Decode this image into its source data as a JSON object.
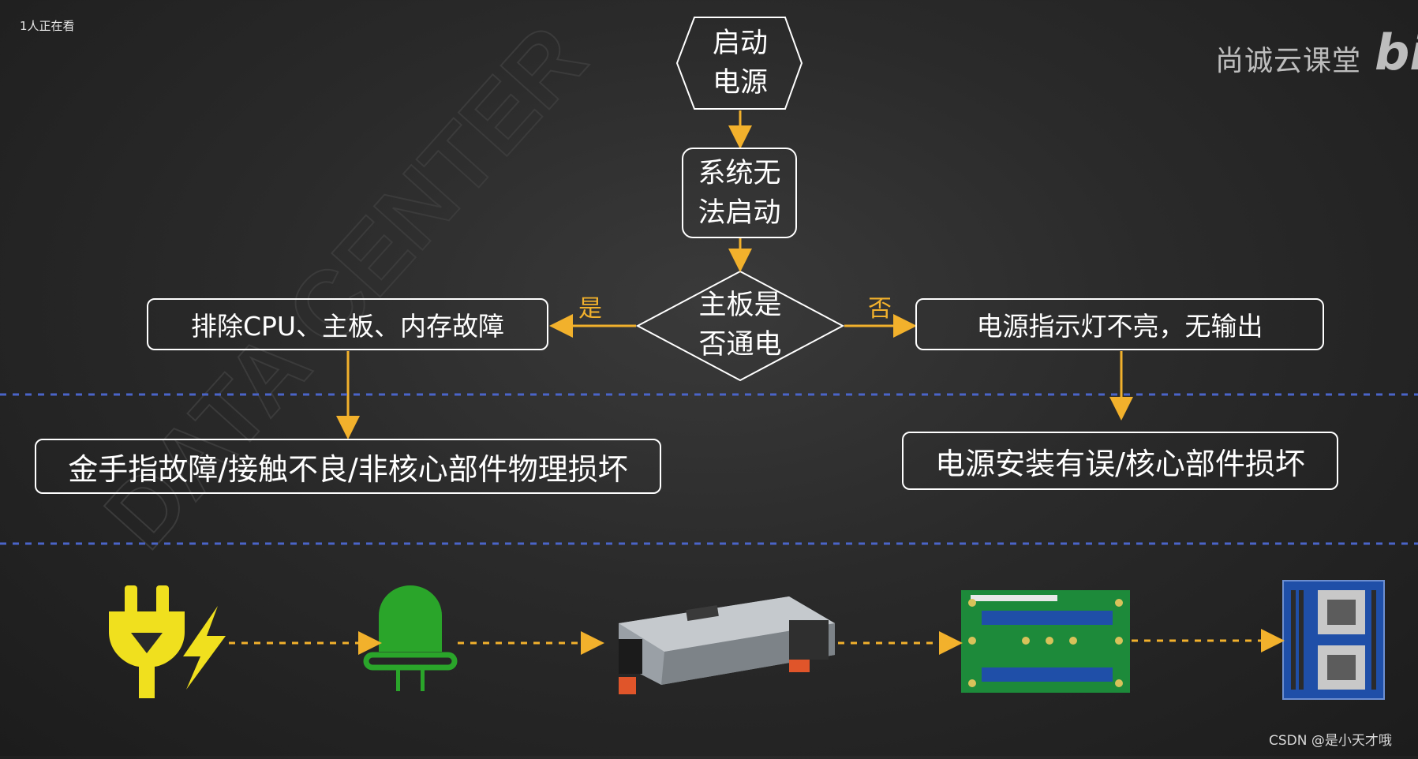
{
  "header": {
    "viewer_count": "1人正在看",
    "brand_name": "尚诚云课堂",
    "brand_logo": "bil"
  },
  "flow": {
    "start": {
      "line1": "启动",
      "line2": "电源"
    },
    "step1": {
      "line1": "系统无",
      "line2": "法启动"
    },
    "decision": {
      "line1": "主板是",
      "line2": "否通电"
    },
    "yes_label": "是",
    "no_label": "否",
    "yes_box": "排除CPU、主板、内存故障",
    "no_box": "电源指示灯不亮，无输出",
    "yes_result": "金手指故障/接触不良/非核心部件物理损坏",
    "no_result": "电源安装有误/核心部件损坏"
  },
  "chain": {
    "items": [
      "plug-icon",
      "lightning-icon",
      "led-icon",
      "power-supply-image",
      "backplane-board-image",
      "motherboard-image"
    ]
  },
  "footer": {
    "credit": "CSDN @是小天才哦"
  },
  "colors": {
    "arrow": "#f2b12c",
    "divider": "#4a64c8",
    "plug": "#f0e01e",
    "led": "#2aa52a",
    "pcb": "#1d8a3a",
    "board": "#1f4fa8"
  }
}
